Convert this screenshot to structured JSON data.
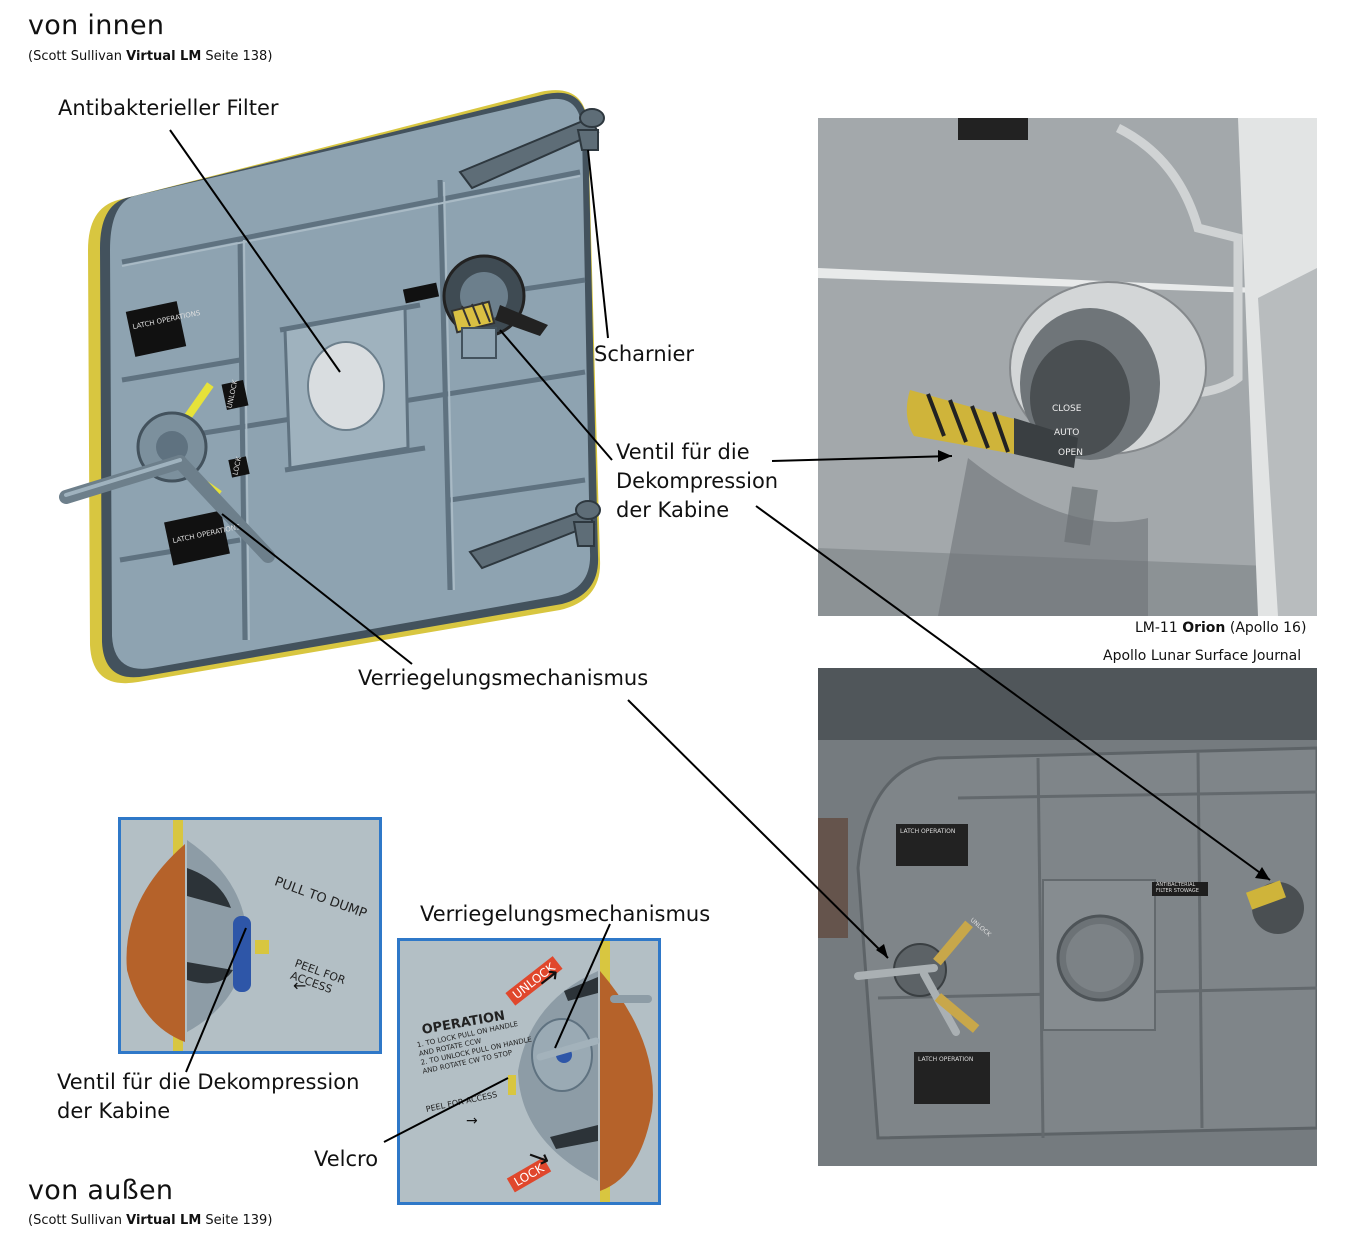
{
  "header": {
    "title": "von innen",
    "source_prefix": "(Scott Sullivan",
    "source_bold": "Virtual LM",
    "source_suffix": "Seite 138)"
  },
  "footer": {
    "title": "von außen",
    "source_prefix": "(Scott Sullivan",
    "source_bold": "Virtual LM",
    "source_suffix": "Seite 139)"
  },
  "labels": {
    "filter": "Antibakterieller Filter",
    "hinge": "Scharnier",
    "valve_line1": "Ventil für die",
    "valve_line2": "Dekompression",
    "valve_line3": "der Kabine",
    "latch_main": "Verriegelungsmechanismus",
    "latch_small": "Verriegelungsmechanismus",
    "valve_outside_line1": "Ventil für die Dekompression",
    "valve_outside_line2": "der Kabine",
    "velcro": "Velcro"
  },
  "diagram_panel": {
    "latch_top_label": "LATCH OPERATIONS",
    "latch_bottom_label": "LATCH OPERATIONS",
    "unlock": "UNLOCK",
    "lock": "LOCK"
  },
  "photo_top": {
    "caption_prefix": "LM-11",
    "caption_bold": "Orion",
    "caption_suffix": "(Apollo 16)",
    "valve_close": "CLOSE",
    "valve_auto": "AUTO",
    "valve_open": "OPEN"
  },
  "photo_bottom": {
    "caption": "Apollo Lunar Surface Journal",
    "plate_top": "LATCH OPERATION",
    "plate_bottom": "LATCH OPERATION",
    "filter_plate_line1": "ANTIBACTERIAL",
    "filter_plate_line2": "FILTER STOWAGE",
    "unlock": "UNLOCK"
  },
  "outside_left": {
    "pull_to_dump": "PULL TO DUMP",
    "peel_for_access": "PEEL FOR ACCESS"
  },
  "outside_right": {
    "operation": "OPERATION",
    "instr1": "1. TO LOCK PULL ON HANDLE",
    "instr1b": "AND ROTATE CCW",
    "instr2": "2. TO UNLOCK PULL ON HANDLE",
    "instr2b": "AND ROTATE CW TO STOP",
    "peel_for_access": "PEEL FOR ACCESS",
    "unlock": "UNLOCK",
    "lock": "LOCK"
  },
  "colors": {
    "panel": "#8ea3b1",
    "panel_dark": "#5f7280",
    "panel_rib": "#6c7f8c",
    "frame_yellow": "#d8c640",
    "frame_blue": "#2f78c8",
    "flap_orange": "#b5622a",
    "sticker_red": "#e0472c",
    "leader": "#000000"
  }
}
